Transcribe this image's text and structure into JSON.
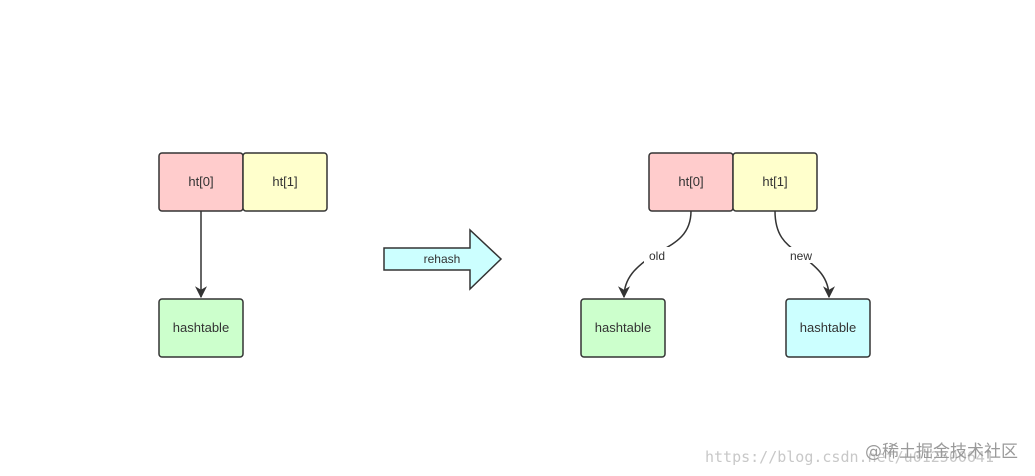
{
  "colors": {
    "ht0_fill": "#ffcccc",
    "ht1_fill": "#ffffcc",
    "hashtable_green_fill": "#ccffcc",
    "hashtable_cyan_fill": "#ccffff",
    "rehash_arrow_fill": "#ccffff",
    "stroke": "#333333"
  },
  "left": {
    "ht0_label": "ht[0]",
    "ht1_label": "ht[1]",
    "hashtable_label": "hashtable"
  },
  "rehash_arrow": {
    "label": "rehash"
  },
  "right": {
    "ht0_label": "ht[0]",
    "ht1_label": "ht[1]",
    "old_label": "old",
    "new_label": "new",
    "old_hashtable_label": "hashtable",
    "new_hashtable_label": "hashtable"
  },
  "watermark": {
    "url": "https://blog.csdn.net/u012500641",
    "brand": "@稀土掘金技术社区"
  }
}
